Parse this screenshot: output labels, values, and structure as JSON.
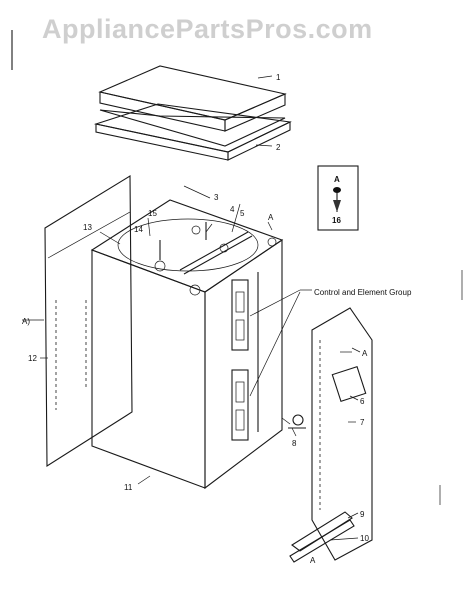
{
  "watermark": "AppliancePartsPros.com",
  "callouts": {
    "c1": "1",
    "c2": "2",
    "c3": "3",
    "c4": "4",
    "c5": "5",
    "c6": "6",
    "c7": "7",
    "c8": "8",
    "c9": "9",
    "c10": "10",
    "c11": "11",
    "c12": "12",
    "c13": "13",
    "c14": "14",
    "c15": "15",
    "c16": "16"
  },
  "group_label": "Control and Element Group",
  "ref_marks": {
    "a_left": "A)",
    "a_top": "A",
    "a_panel": "A",
    "a_bottom": "A",
    "a_inset": "A"
  }
}
